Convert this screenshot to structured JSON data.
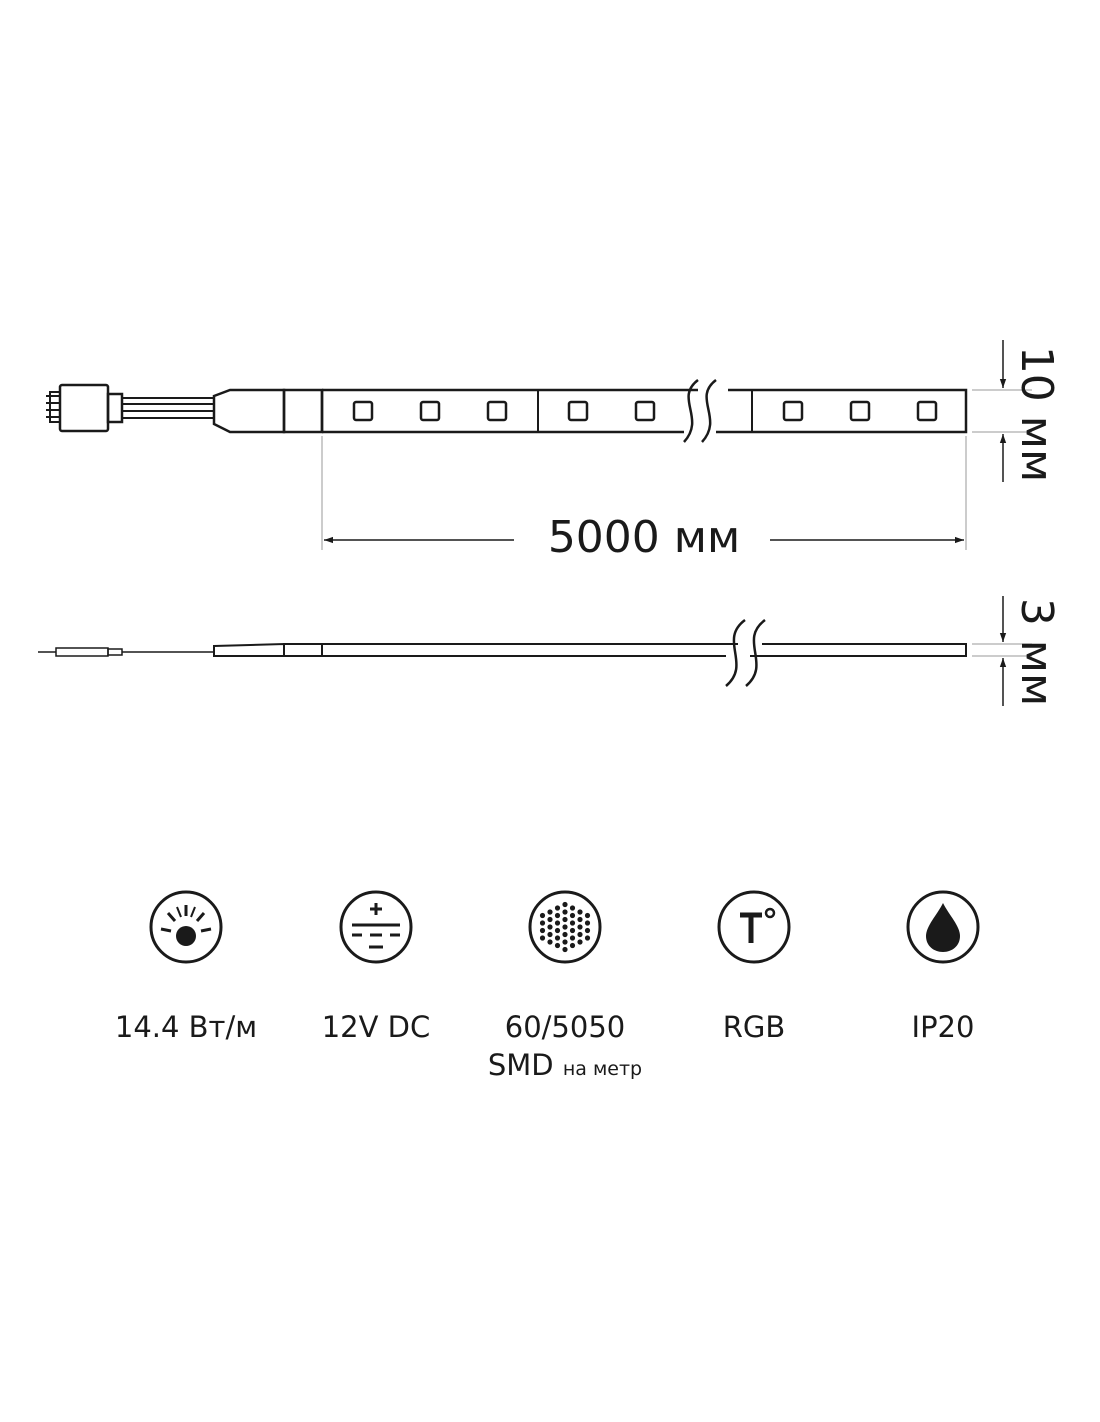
{
  "dimensions": {
    "width": "10 мм",
    "length": "5000 мм",
    "thickness": "3 мм"
  },
  "specs": [
    {
      "icon": "power-sun-icon",
      "value": "14.4 Вт/м"
    },
    {
      "icon": "dc-voltage-icon",
      "value": "12V DC"
    },
    {
      "icon": "led-matrix-icon",
      "value": "60/5050",
      "line2": "SMD",
      "line2_sub": "на метр"
    },
    {
      "icon": "temperature-icon",
      "value": "RGB"
    },
    {
      "icon": "water-drop-icon",
      "value": "IP20"
    }
  ],
  "colors": {
    "stroke": "#1a1a1a",
    "dim_line": "#999999"
  }
}
